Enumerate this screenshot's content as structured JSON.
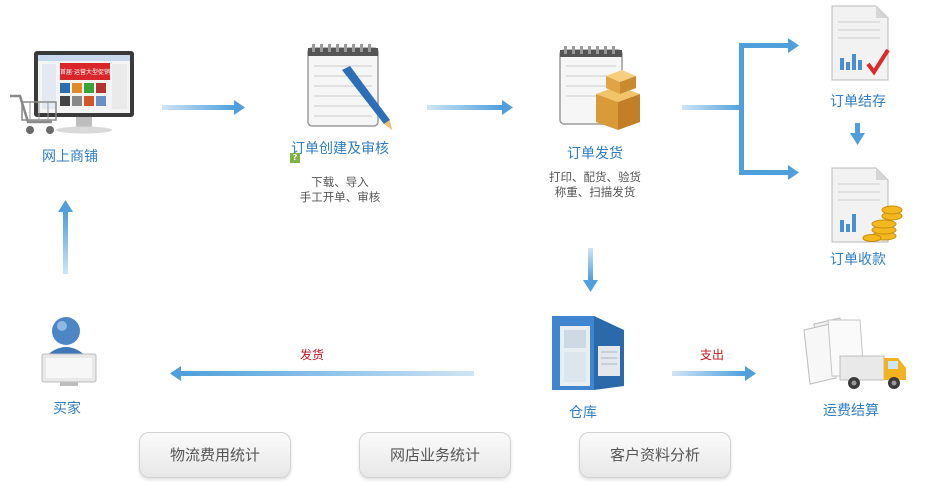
{
  "nodes": {
    "online_store": "网上商铺",
    "order_create": "订单创建及审核",
    "order_create_help": "?",
    "order_create_steps": [
      "下载、导入",
      "手工开单、审核"
    ],
    "order_ship": "订单发货",
    "order_ship_steps": [
      "打印、配货、验货",
      "称重、扫描发货"
    ],
    "order_archive": "订单结存",
    "order_payment": "订单收款",
    "buyer": "买家",
    "warehouse": "仓库",
    "freight_settle": "运费结算"
  },
  "edge_labels": {
    "ship_to_buyer": "发货",
    "expense": "支出"
  },
  "buttons": {
    "logistics_stats": "物流费用统计",
    "store_stats": "网店业务统计",
    "customer_analysis": "客户资料分析"
  },
  "mini_screen_banner": "首届·运营大型促销",
  "colors": {
    "arrow": "#5aa5de",
    "label": "#2f7ec1",
    "edge_label": "#c0141b"
  }
}
